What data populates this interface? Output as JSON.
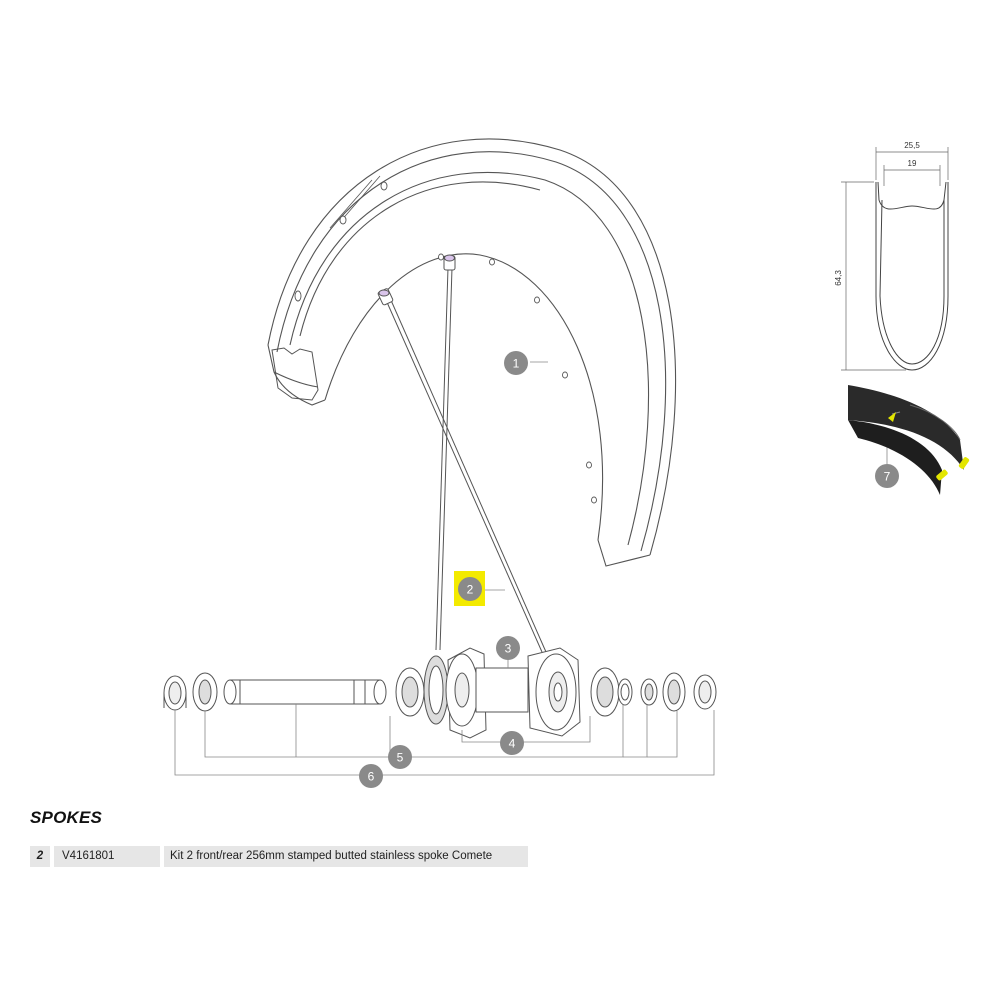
{
  "callouts": {
    "c1": "1",
    "c2": "2",
    "c3": "3",
    "c4": "4",
    "c5": "5",
    "c6": "6",
    "c7": "7"
  },
  "dimensions": {
    "outer_width": "25,5",
    "inner_width": "19",
    "height": "64,3"
  },
  "colors": {
    "highlight": "#f3ea00",
    "callout": "#8a8a8a",
    "tire_insert": "#e3e600",
    "nipple_accent": "#a070c0"
  },
  "section": {
    "title": "SPOKES"
  },
  "parts": [
    {
      "num": "2",
      "ref": "V4161801",
      "desc": "Kit 2 front/rear 256mm stamped butted stainless spoke Comete"
    }
  ]
}
